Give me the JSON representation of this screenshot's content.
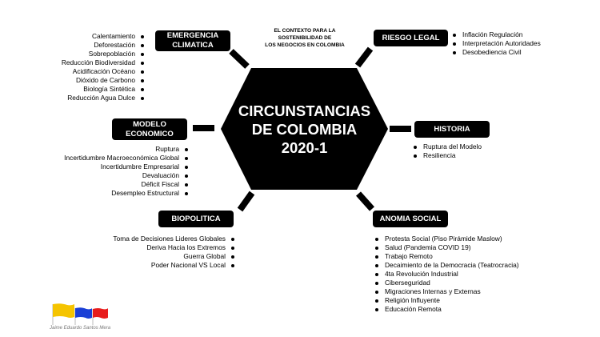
{
  "subtitle": {
    "lines": [
      "EL CONTEXTO PARA LA",
      "SOSTENIBILIDAD DE",
      "LOS NEGOCIOS EN COLOMBIA"
    ]
  },
  "center": {
    "lines": [
      "CIRCUNSTANCIAS",
      "DE COLOMBIA",
      "2020-1"
    ]
  },
  "nodes": {
    "emergencia": {
      "title_lines": [
        "EMERGENCIA",
        "CLIMATICA"
      ],
      "items": [
        "Calentamiento",
        "Deforestación",
        "Sobrepoblación",
        "Reducción Biodiversidad",
        "Acidificación Océano",
        "Dióxido de Carbono",
        "Biología Sintética",
        "Reducción Agua Dulce"
      ]
    },
    "riesgo": {
      "title_lines": [
        "RIESGO LEGAL"
      ],
      "items": [
        "Inflación Regulación",
        "Interpretación Autoridades",
        "Desobediencia Civil"
      ]
    },
    "modelo": {
      "title_lines": [
        "MODELO",
        "ECONOMICO"
      ],
      "items": [
        "Ruptura",
        "Incertidumbre Macroeconómica Global",
        "Incertidumbre Empresarial",
        "Devaluación",
        "Déficit Fiscal",
        "Desempleo Estructural"
      ]
    },
    "historia": {
      "title_lines": [
        "HISTORIA"
      ],
      "items": [
        "Ruptura del Modelo",
        "Resiliencia"
      ]
    },
    "biopolitica": {
      "title_lines": [
        "BIOPOLITICA"
      ],
      "items": [
        "Toma de Decisiones Lideres Globales",
        "Deriva Hacia los Extremos",
        "Guerra Global",
        "Poder Nacional VS Local"
      ]
    },
    "anomia": {
      "title_lines": [
        "ANOMIA SOCIAL"
      ],
      "items": [
        "Protesta Social (Piso Pirámide Maslow)",
        "Salud (Pandemia COVID 19)",
        "Trabajo Remoto",
        "Decaimiento de la Democracia (Teatrocracia)",
        "4ta Revolución Industrial",
        "Ciberseguridad",
        "Migraciones Internas y Externas",
        "Religión Influyente",
        "Educación Remota"
      ]
    }
  },
  "logo": {
    "caption": "Jaime Eduardo Santos Mera",
    "flag_colors": [
      "#f5c400",
      "#1a3fd6",
      "#e81c1c"
    ]
  },
  "colors": {
    "shape_fill": "#000000",
    "text_on_shape": "#ffffff",
    "background": "#ffffff"
  }
}
